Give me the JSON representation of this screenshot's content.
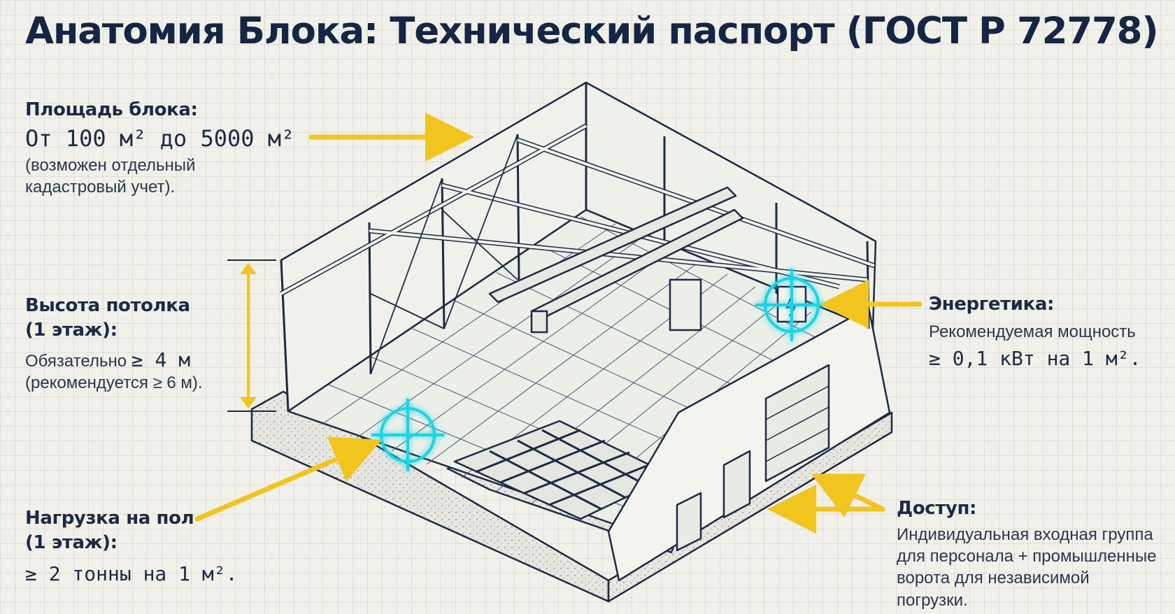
{
  "title": "Анатомия Блока: Технический паспорт (ГОСТ Р 72778)",
  "annotations": {
    "area": {
      "heading": "Площадь блока:",
      "value": "От 100 м² до 5000 м²",
      "note_line1": "(возможен отдельный",
      "note_line2": "кадастровый учет)."
    },
    "height": {
      "heading_line1": "Высота потолка",
      "heading_line2": "(1 этаж):",
      "text_prefix": "Обязательно ",
      "text_value": "≥ 4 м",
      "note": "(рекомендуется ≥ 6 м)."
    },
    "floor_load": {
      "heading_line1": "Нагрузка на пол",
      "heading_line2": "(1 этаж):",
      "value": "≥ 2 тонны на 1 м²."
    },
    "power": {
      "heading": "Энергетика:",
      "text": "Рекомендуемая мощность",
      "value": "≥ 0,1 кВт на 1 м²."
    },
    "access": {
      "heading": "Доступ:",
      "line1": "Индивидуальная входная группа",
      "line2": "для персонала + промышленные",
      "line3": "ворота для независимой",
      "line4": "погрузки."
    }
  },
  "colors": {
    "accent_arrow": "#f2c41e",
    "target_marker": "#19d6e6",
    "ink": "#1d2a44",
    "background": "#f1f1ea"
  }
}
